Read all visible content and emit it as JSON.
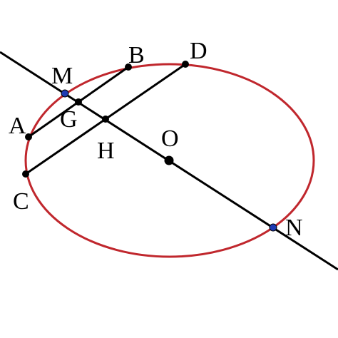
{
  "figure": {
    "colors": {
      "ellipse": "#c0272d",
      "lines": "#000000",
      "point_black": "#000000",
      "point_blue": "#1f3bb3"
    },
    "labels": {
      "A": "A",
      "B": "B",
      "C": "C",
      "D": "D",
      "M": "M",
      "N": "N",
      "G": "G",
      "H": "H",
      "O": "O"
    },
    "point_styles": {
      "A": "black",
      "B": "black",
      "C": "black",
      "D": "black",
      "G": "black",
      "H": "black",
      "O": "black",
      "M": "blue",
      "N": "blue"
    }
  }
}
